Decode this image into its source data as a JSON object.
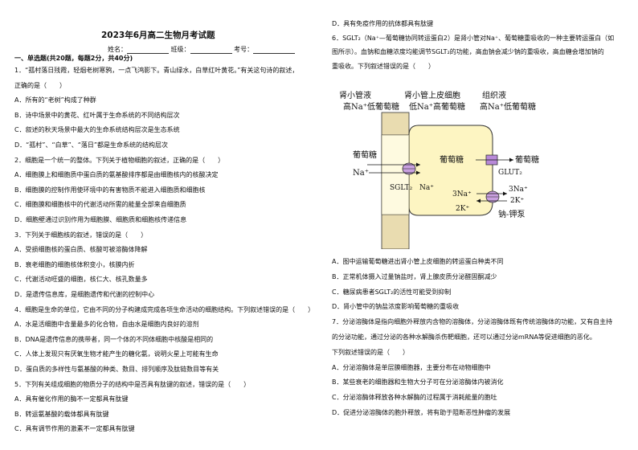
{
  "title": "2023年6月高二生物月考试题",
  "info": {
    "name_label": "姓名：",
    "class_label": "班级：",
    "number_label": "考号："
  },
  "section1": "一、单选题(共20题，每题2分，共40分)",
  "left_lines": [
    "1．“孤村落日残霞，轻烟老树寒鸦，一点飞鸿影下。青山绿水，白草红叶黄花。”有关这句诗的叙述，",
    "正确的是（　　）",
    "A．所有的“老树”构成了种群",
    "B．诗中场景中的黄花、红叶属于生命系统的不同结构层次",
    "C．叙述的秋天场景中最大的生命系统结构层次是生态系统",
    "D．“孤村”、“白草”、“落日”都是生命系统的结构层次",
    "2．细胞是一个统一的整体。下列关于植物细胞的叙述，正确的是（　　）",
    "A．细胞膜上和细胞质中蛋白质的氨基酸排序都是由细胞核内的核酸决定",
    "B．细胞膜的控制作用使环境中的有害物质不能进入细胞质和细胞核",
    "C．细胞膜和细胞核中的代谢活动所需的能量全部来自细胞质",
    "D．细胞壁通过识别作用为细胞膜、细胞质和细胞核传递信息",
    "3．下列关于细胞核的叙述，错误的是（　　）",
    "A．受损细胞核的蛋白质、核酸可被溶酶体降解",
    "B．衰老细胞的细胞核体积变小，核膜内折",
    "C．代谢活动旺盛的细胞，核仁大、核孔数量多",
    "D．是遗传信息库，是细胞遗传和代谢的控制中心",
    "4．细胞是生命的单位，它由不同的分子构建成完成各项生命活动的细胞结构。下列叙述错误的是（　　）",
    "A．水是活细胞中含量最多的化合物，自由水是细胞内良好的溶剂",
    "B．DNA是遗传信息的携带者，同一个体的不同体细胞中核酸是相同的",
    "C．人体上发现只有厌氧生物才能产生的糖化氨，说明火星上可能有生命",
    "D．蛋白质的多样性与氨基酸的种类、数目、排列顺序及肽链数目等有关",
    "5．下列有关组成细胞的物质分子的结构中是否具有肽键的叙述，错误的是（　　）",
    "A．具有催化作用的酶不一定都具有肽键",
    "B．转运氨基酸的载体都具有肽键",
    "C．具有调节作用的激素不一定都具有肽键"
  ],
  "right_top": [
    "D．具有免疫作用的抗体都具有肽键",
    "6．SGLT₂（Na⁺—葡萄糖协同转运蛋白2）是肾小管对Na⁺、葡萄糖重吸收的一种主要转运蛋白（如",
    "图所示）。血钠和血糖浓度均能调节SGLT₂的功能，高血钠会减少钠的重吸收，高血糖会增加钠的",
    "重吸收。下列叙述错误的是（　　）"
  ],
  "figure": {
    "lumen": "肾小管液",
    "lumen_sub": "高Na⁺低葡萄糖",
    "cell": "肾小管上皮细胞",
    "cell_sub": "低Na⁺高葡萄糖",
    "tissue": "组织液",
    "tissue_sub": "高Na⁺低葡萄糖",
    "glucose_left": "葡萄糖",
    "na_left": "Na⁺",
    "sglt": "SGLT₂",
    "na_mid": "Na⁺",
    "glucose_mid": "葡萄糖",
    "glut": "GLUT₂",
    "glucose_right": "葡萄糖",
    "na3_in": "3Na⁺",
    "k2_in": "2K⁺",
    "na3_out": "3Na⁺",
    "k2_out": "2K⁺",
    "pump": "钠-钾泵",
    "cell_color": "#fdf5c2"
  },
  "right_bottom": [
    "A．图中运输葡萄糖进出肾小管上皮细胞的转运蛋白种类不同",
    "B．正常机体摄入过量钠盐时，肾上腺皮质分泌醛固酮减少",
    "C．糖尿病患者SGLT₂的活性可能受到抑制",
    "D．肾小管中的钠盐浓度影响葡萄糖的重吸收",
    "7．分泌溶酶体是指向细胞外释放内含物的溶酶体，分泌溶酶体既有传统溶酶体的功能，又有自主持",
    "的分泌功能，通过分泌的各种水解酶杀伤靶细胞，还可以通过分泌mRNA等促进细胞的恶化。",
    "下列叙述错误的是（　　）",
    "A．分泌溶酶体是单层膜细胞器，主要分布在动物细胞中",
    "B．某些衰老的细胞器和生物大分子可在分泌溶酶体内被消化",
    "C．分泌溶酶体释放各种水解酶的过程属于消耗能量的胞吐",
    "D．促进分泌溶酶体的胞外释放，将有助于阻断恶性肿瘤的发展"
  ]
}
